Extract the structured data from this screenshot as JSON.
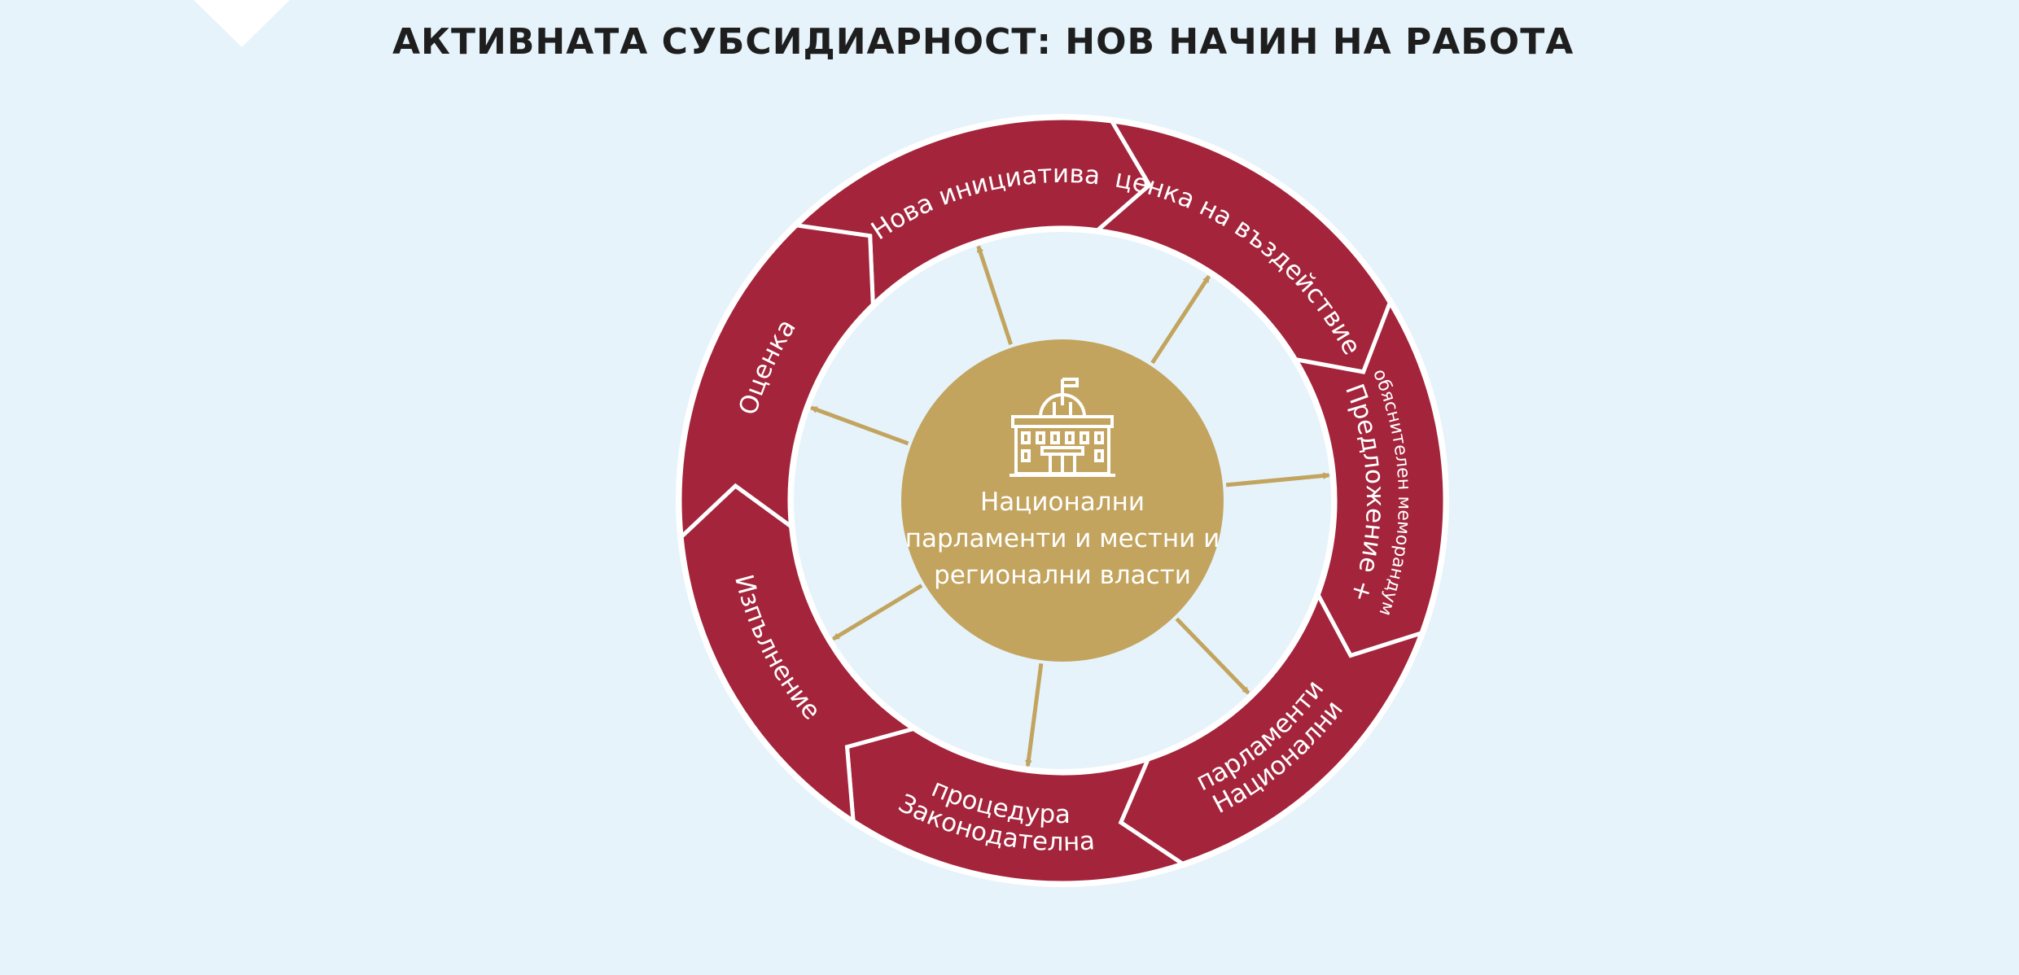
{
  "title": "АКТИВНАТА СУБСИДИАРНОСТ: НОВ НАЧИН НА РАБОТА",
  "colors": {
    "background": "#e6f3fb",
    "segment": "#a3243b",
    "hub": "#c2a45e",
    "arrow": "#c2a45e",
    "separator": "#ffffff"
  },
  "hub": {
    "icon": "parliament-building-icon",
    "lines": [
      "Национални",
      "парламенти и местни и",
      "регионални власти"
    ]
  },
  "segments": [
    {
      "id": "nova-initsiativa",
      "lines": [
        "Нова инициатива"
      ]
    },
    {
      "id": "otsenka-na-vazdeistvieto",
      "lines": [
        "Оценка на въздействието"
      ]
    },
    {
      "id": "predlozhenie",
      "lines": [
        "Предложение +",
        "обяснителен меморандум"
      ]
    },
    {
      "id": "natsionalni-parlamenti",
      "lines": [
        "Национални",
        "парламенти"
      ]
    },
    {
      "id": "zakonodatelna-protsedura",
      "lines": [
        "Законодателна",
        "процедура"
      ]
    },
    {
      "id": "izpalnenie",
      "lines": [
        "Изпълнение"
      ]
    },
    {
      "id": "otsenka",
      "lines": [
        "Оценка"
      ]
    }
  ]
}
